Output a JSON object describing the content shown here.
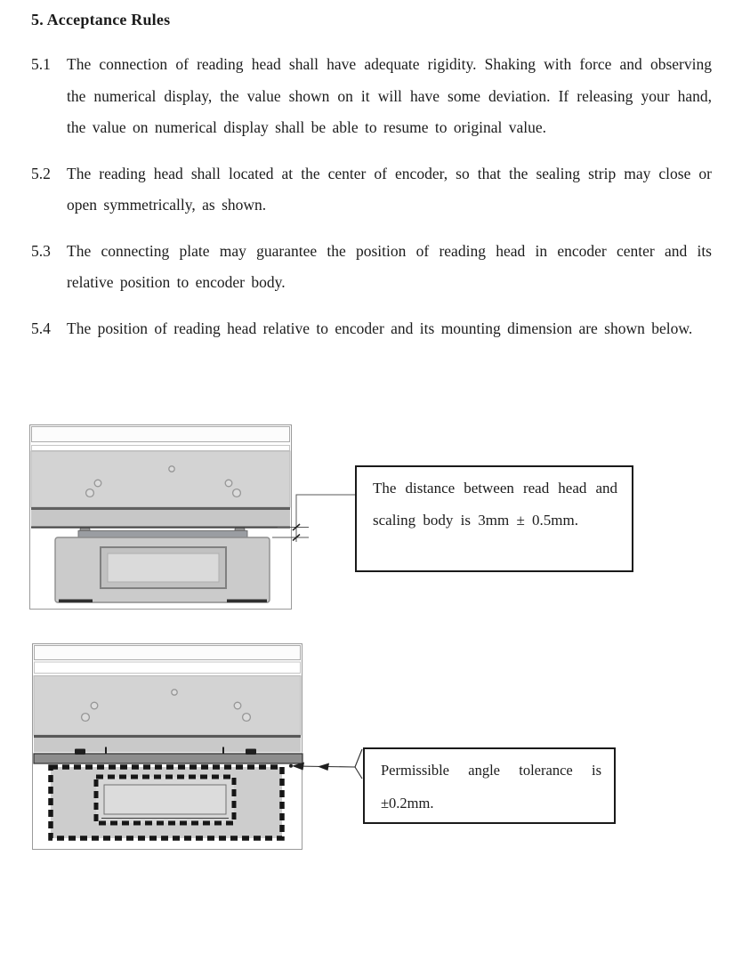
{
  "doc": {
    "heading": "5. Acceptance Rules",
    "paragraphs": [
      {
        "num": "5.1",
        "text": "The connection of reading head shall have adequate rigidity. Shaking with force and observing the numerical display, the value shown on it will have some deviation. If releasing your hand, the value on numerical display shall be able to resume to original value."
      },
      {
        "num": "5.2",
        "text": "The reading head shall located at the center of encoder, so that the sealing strip may close or open symmetrically, as shown."
      },
      {
        "num": "5.3",
        "text": "The connecting plate may guarantee the position of reading head in encoder center and its relative position to encoder body."
      },
      {
        "num": "5.4",
        "text": "The position of reading head relative to encoder and its mounting dimension are shown below."
      }
    ],
    "figures": [
      {
        "name": "read-head-distance-diagram",
        "callout": "The distance between read head and scaling body is 3mm ± 0.5mm."
      },
      {
        "name": "angle-tolerance-diagram",
        "callout": "Permissible angle tolerance is ±0.2mm."
      }
    ],
    "colors": {
      "text": "#1c1c1c",
      "callout_border": "#1a1a1a",
      "scale_body_gray": "#d3d3d3",
      "band_gray": "#c7c7c7",
      "dark_edge": "#484848",
      "sealing_strip_gray": "#9a9da2",
      "sealing_strip_dark_gray": "#8d8d8d",
      "reading_head_gray": "#cbcbcb",
      "leader_line": "#555555"
    }
  }
}
